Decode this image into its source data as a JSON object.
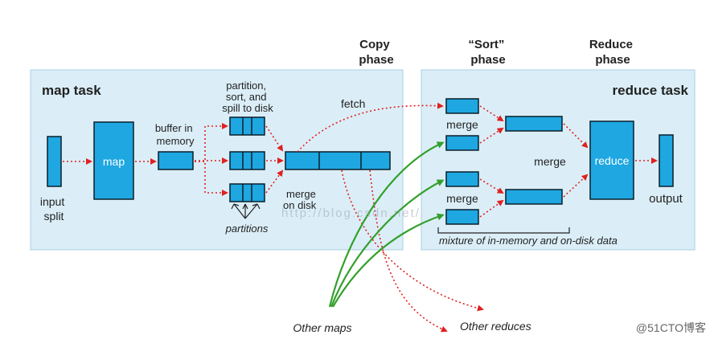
{
  "phases": {
    "copy": [
      "Copy",
      "phase"
    ],
    "sort": [
      "“Sort”",
      "phase"
    ],
    "reduce": [
      "Reduce",
      "phase"
    ]
  },
  "map_task": {
    "title": "map task",
    "input_split": [
      "input",
      "split"
    ],
    "map": "map",
    "buffer": [
      "buffer in",
      "memory"
    ],
    "partition": [
      "partition,",
      "sort, and",
      "spill to disk"
    ],
    "partitions": "partitions",
    "merge_on_disk": [
      "merge",
      "on disk"
    ],
    "fetch": "fetch"
  },
  "reduce_task": {
    "title": "reduce task",
    "merge_top": "merge",
    "merge_bottom": "merge",
    "merge_mid": "merge",
    "reduce": "reduce",
    "output": "output",
    "mixture": "mixture of in-memory and on-disk data"
  },
  "bottom": {
    "other_maps": "Other maps",
    "other_reduces": "Other reduces"
  },
  "watermark": "http://blog.csdn.net/",
  "brand": "@51CTO博客",
  "colors": {
    "panel": "#dbeef7",
    "panel_border": "#a9cfe0",
    "box_fill": "#1ea7e1",
    "box_stroke": "#0b1f2a",
    "red_arrow": "#e02020",
    "green_arrow": "#33a02c"
  }
}
